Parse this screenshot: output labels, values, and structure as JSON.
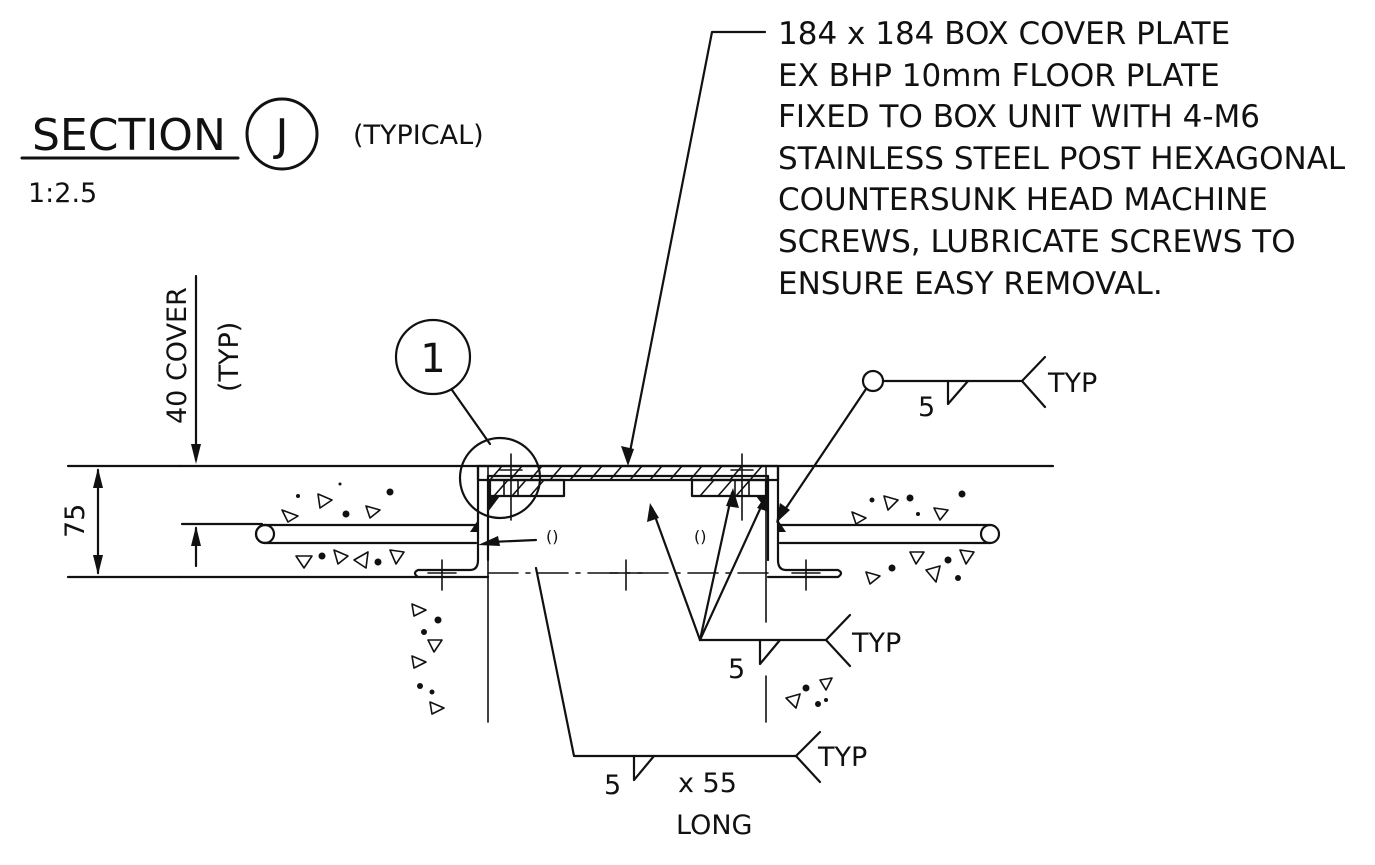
{
  "section": {
    "title": "SECTION",
    "marker": "J",
    "qualifier": "(TYPICAL)",
    "scale": "1:2.5"
  },
  "note": {
    "lines": [
      "184 x 184 BOX COVER PLATE",
      "EX BHP 10mm FLOOR PLATE",
      "FIXED TO BOX UNIT WITH 4-M6",
      "STAINLESS STEEL POST HEXAGONAL",
      "COUNTERSUNK HEAD MACHINE",
      "SCREWS, LUBRICATE SCREWS TO",
      "ENSURE EASY REMOVAL."
    ]
  },
  "dimensions": {
    "cover": "40 COVER",
    "cover_typ": "(TYP)",
    "depth": "75"
  },
  "detail_marker": "1",
  "welds": {
    "top_right": {
      "size": "5",
      "tail": "TYP"
    },
    "mid_right": {
      "size": "5",
      "tail": "TYP"
    },
    "bottom": {
      "size": "5",
      "length": "x 55",
      "length2": "LONG",
      "tail": "TYP"
    }
  }
}
